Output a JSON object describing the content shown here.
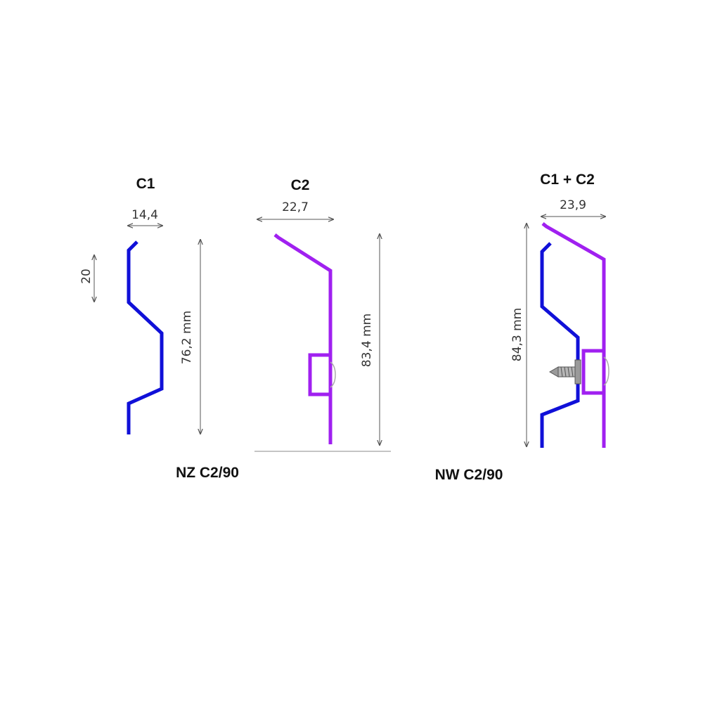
{
  "profiles": {
    "c1": {
      "title": "C1",
      "width_label": "14,4",
      "pitch_label": "20",
      "height_label": "76,2 mm"
    },
    "c2": {
      "title": "C2",
      "width_label": "22,7",
      "height_label": "83,4 mm"
    },
    "combo": {
      "title": "C1 + C2",
      "width_label": "23,9",
      "height_label": "84,3 mm"
    }
  },
  "captions": {
    "nz": "NZ C2/90",
    "nw": "NW C2/90"
  },
  "colors": {
    "c1": "#1010d8",
    "c2": "#a020f0",
    "dimension": "#555555",
    "screw": "#888888"
  },
  "icons": {
    "screw": "self-drilling-screw-icon"
  }
}
